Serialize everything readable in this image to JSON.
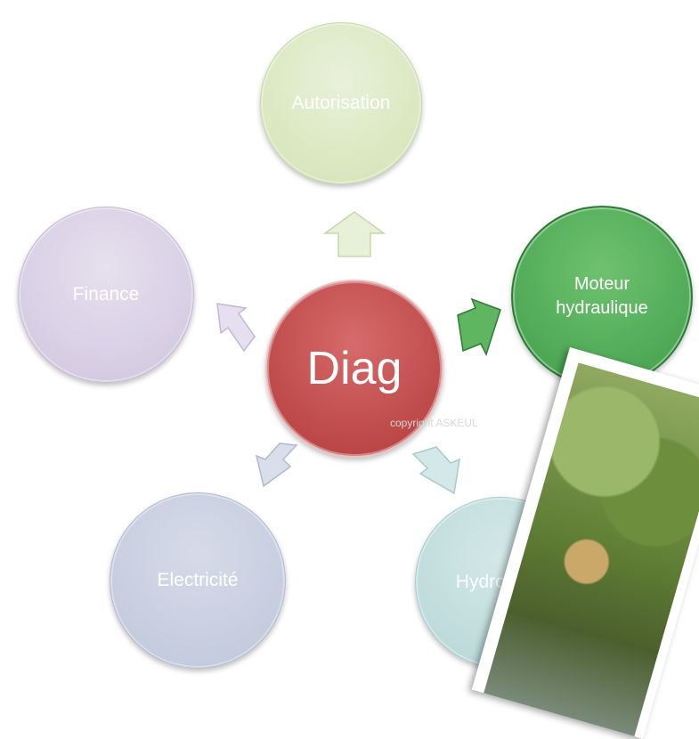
{
  "diagram": {
    "center": {
      "label": "Diag",
      "color": "#b23b3b"
    },
    "nodes": [
      {
        "id": "autorisation",
        "label": "Autorisation",
        "color": "#d3e2b4"
      },
      {
        "id": "moteur",
        "label": "Moteur\nhydraulique",
        "color": "#3f9e4a"
      },
      {
        "id": "hydrologie",
        "label": "Hydrologie",
        "color": "#b6d5d6"
      },
      {
        "id": "electricite",
        "label": "Electricité",
        "color": "#bec6da"
      },
      {
        "id": "finance",
        "label": "Finance",
        "color": "#cfc5de"
      }
    ],
    "watermark": "copyright ASKEUL",
    "photo_description_icon": "canal-photo"
  }
}
